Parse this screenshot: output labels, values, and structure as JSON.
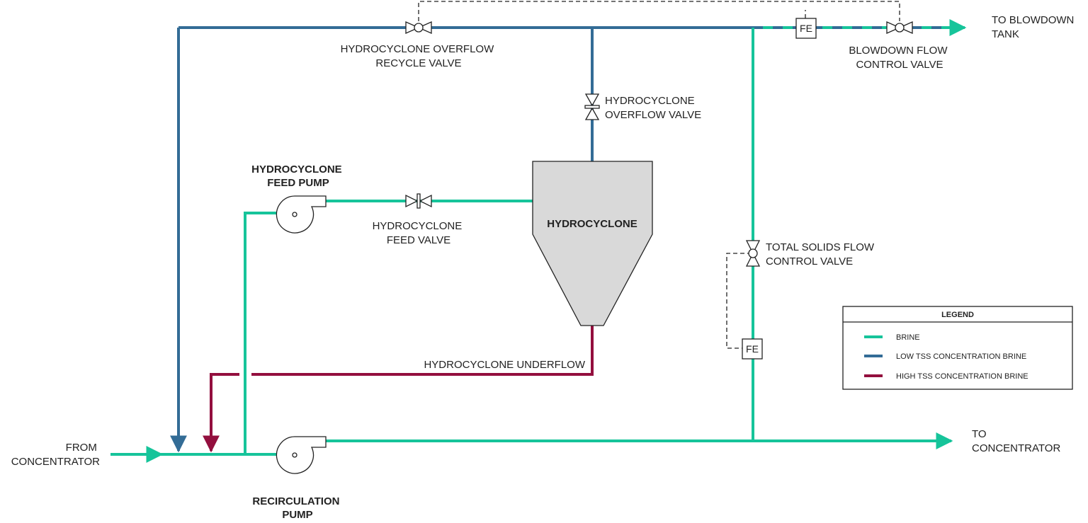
{
  "colors": {
    "brine": "#16c49a",
    "low_tss": "#336c96",
    "high_tss": "#930f3e",
    "equipment_fill": "#d9d9d9",
    "line": "#222222"
  },
  "labels": {
    "to_blowdown_tank": [
      "TO BLOWDOWN",
      "TANK"
    ],
    "overflow_recycle_valve": [
      "HYDROCYCLONE OVERFLOW",
      "RECYCLE VALVE"
    ],
    "blowdown_flow_control_valve": [
      "BLOWDOWN FLOW",
      "CONTROL VALVE"
    ],
    "overflow_valve": [
      "HYDROCYCLONE",
      "OVERFLOW VALVE"
    ],
    "feed_pump": [
      "HYDROCYCLONE",
      "FEED PUMP"
    ],
    "feed_valve": [
      "HYDROCYCLONE",
      "FEED VALVE"
    ],
    "hydrocyclone": "HYDROCYCLONE",
    "total_solids_valve": [
      "TOTAL SOLIDS FLOW",
      "CONTROL VALVE"
    ],
    "underflow": "HYDROCYCLONE UNDERFLOW",
    "from_concentrator": [
      "FROM",
      "CONCENTRATOR"
    ],
    "to_concentrator": [
      "TO",
      "CONCENTRATOR"
    ],
    "recirculation_pump": [
      "RECIRCULATION",
      "PUMP"
    ],
    "fe_top": "FE",
    "fe_bottom": "FE"
  },
  "legend": {
    "title": "LEGEND",
    "items": [
      {
        "label": "BRINE",
        "color": "#16c49a"
      },
      {
        "label": "LOW TSS CONCENTRATION BRINE",
        "color": "#336c96"
      },
      {
        "label": "HIGH TSS CONCENTRATION BRINE",
        "color": "#930f3e"
      }
    ]
  }
}
